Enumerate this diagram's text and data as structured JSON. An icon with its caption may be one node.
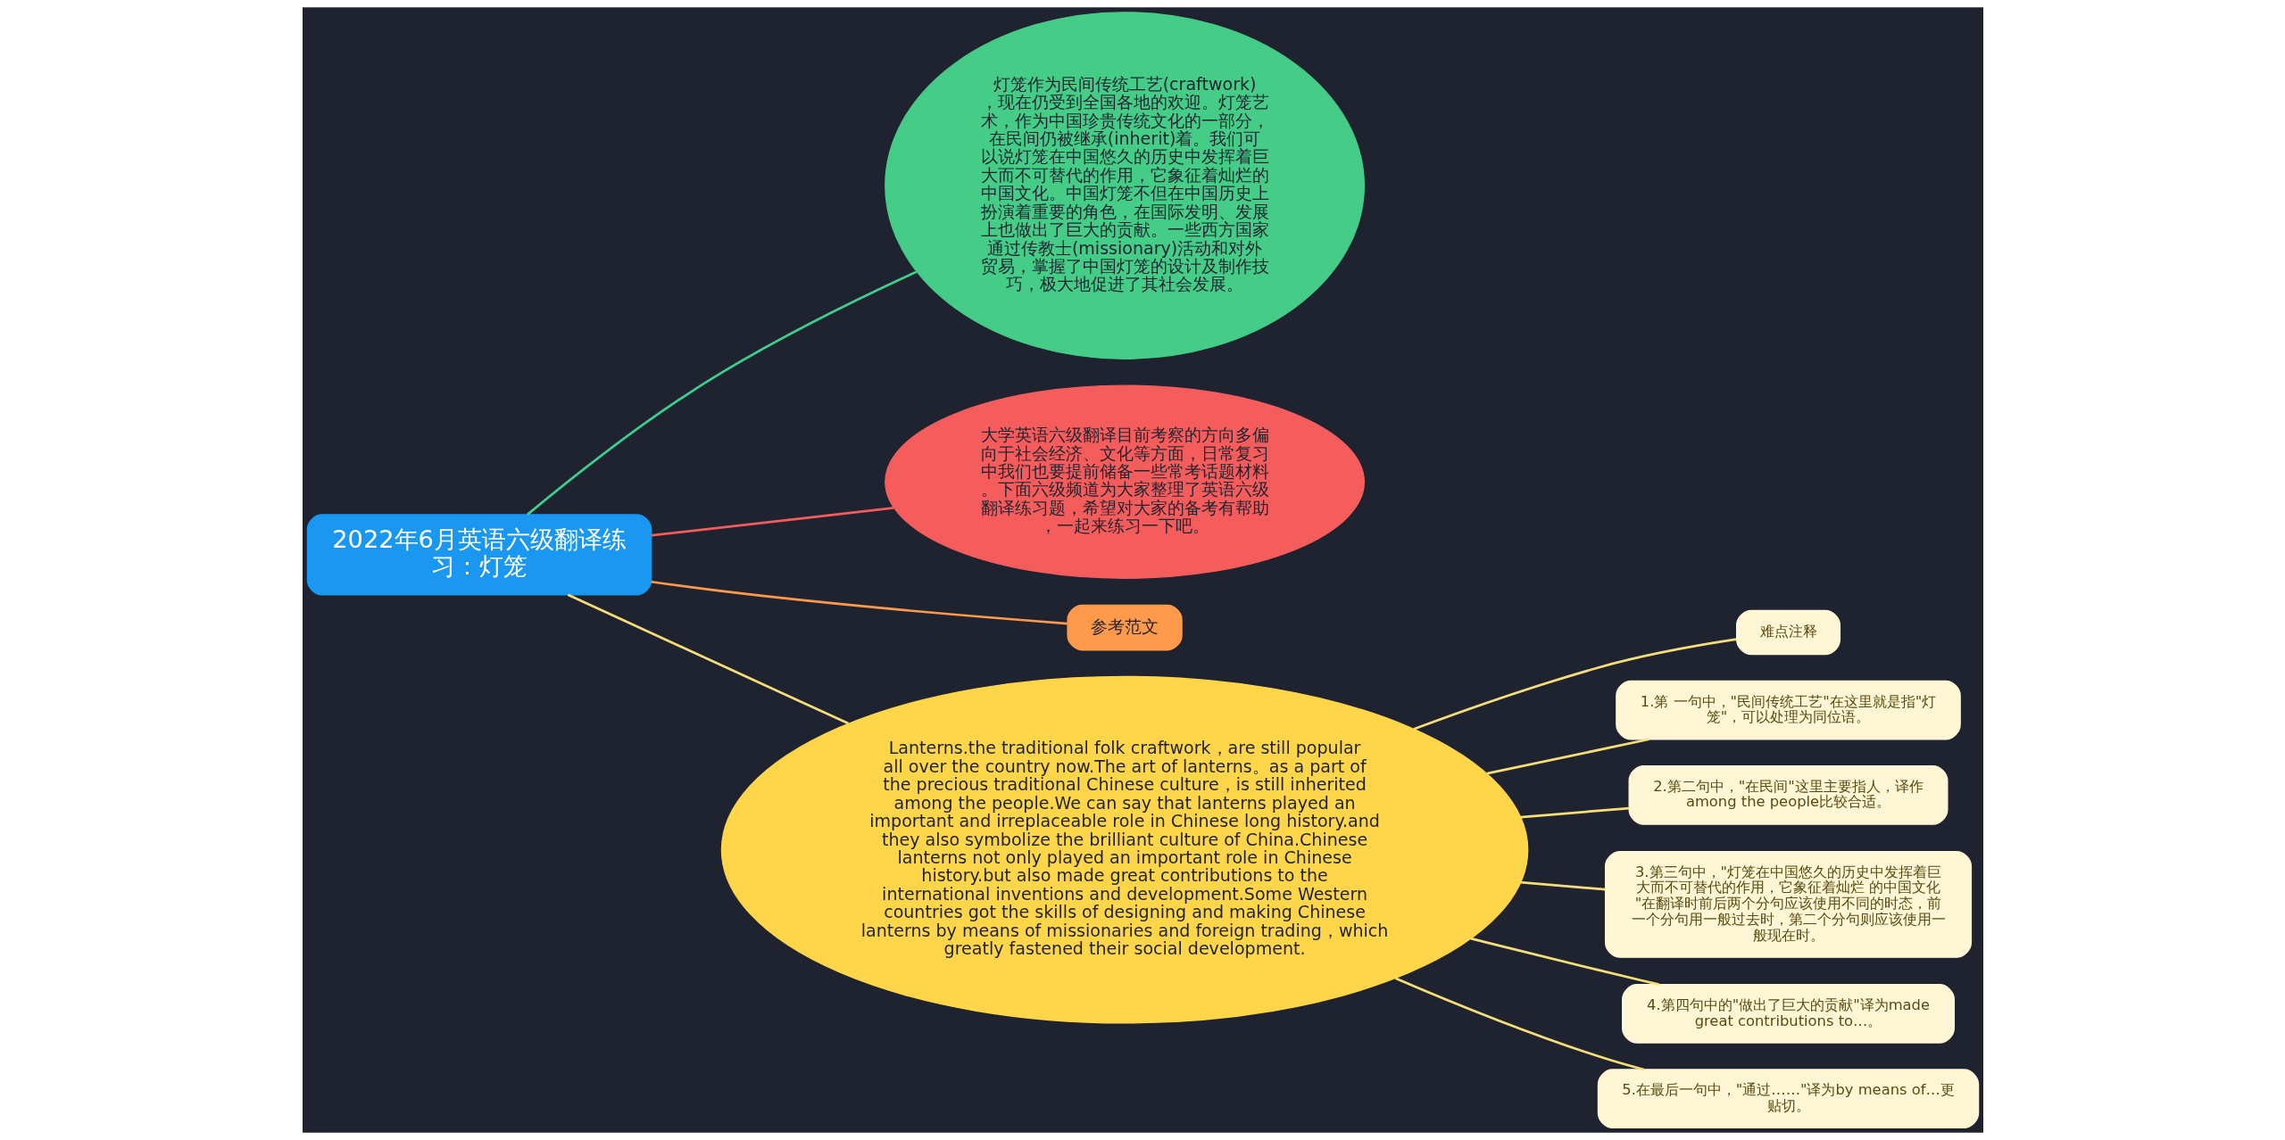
{
  "diagram": {
    "nodes": [
      {
        "text": [
          "2022年6月英语六级翻译练习：灯笼"
        ]
      },
      {
        "text": [
          "灯笼作为民间传统工艺(craftwork)，现在仍受到全国各地的欢迎。灯笼艺术，作为中国珍贵传统文化的一部分，在民间仍被继承(inherit)着。我们可以说灯笼在中国悠久的历史中发挥着巨大而不可替代的作用，它象征着灿烂的中国文化。中国灯笼不但在中国历史上扮演着重要的角色，在国际发明、发展上也做出了巨大的贡献。一些西方国家通过传教士(missionary)活动和对外贸易，掌握了中国灯笼的设计及制作技巧，极大地促进了其社会发展。"
        ]
      },
      {
        "text": [
          "大学英语六级翻译目前考察的方向多偏向于社会经济、文化等方面，日常复习中我们也要提前储备一些常考话题材料。下面六级频道为大家整理了英语六级翻译练习题，希望对大家的备考有帮助，一起来练习一下吧。"
        ]
      },
      {
        "text": [
          "参考范文"
        ]
      },
      {
        "text": [
          "Lanterns.the traditional folk craftwork，are still popular all over the country now.The art of lanterns。as a part of the precious traditional Chinese culture，is still inherited among the people.We can say that lanterns played an important and irreplaceable role in Chinese long history.and they also symbolize the brilliant culture of China.Chinese lanterns not only played an important role in Chinese history.but also made great contributions to the international inventions and development.Some Western countries got the skills of designing and making Chinese lanterns by means of missionaries and foreign trading，which greatly fastened their social development."
        ]
      },
      {
        "text": [
          "难点注释"
        ]
      },
      {
        "text": [
          "1.第 一句中，\"民间传统工艺\"在这里就是指\"灯笼\"，可以处理为同位语。"
        ]
      },
      {
        "text": [
          "2.第二句中，\"在民间\"这里主要指人，译作among the people比较合适。"
        ]
      },
      {
        "text": [
          "3.第三句中，\"灯笼在中国悠久的历史中发挥着巨大而不可替代的作用，它象征着灿烂 的中国文化\"在翻译时前后两个分句应该使用不同的时态，前一个分句用一般过去时，第二个分句则应该使用一般现在时。"
        ]
      },
      {
        "text": [
          "4.第四句中的\"做出了巨大的贡献\"译为made great contributions to…。"
        ]
      },
      {
        "text": [
          "5.在最后一句中，\"通过……\"译为by means of…更贴切。"
        ]
      }
    ],
    "edges": [
      {
        "from": 0,
        "to": 1,
        "arrow": "none",
        "color": "#3ecf8e"
      },
      {
        "from": 0,
        "to": 2,
        "arrow": "none",
        "color": "#f25c5c"
      },
      {
        "from": 0,
        "to": 3,
        "arrow": "none",
        "color": "#ff9a4d"
      },
      {
        "from": 0,
        "to": 4,
        "arrow": "none"
      },
      {
        "from": 4,
        "to": 5,
        "arrow": "none"
      },
      {
        "from": 4,
        "to": 6,
        "arrow": "none"
      },
      {
        "from": 4,
        "to": 7,
        "arrow": "none"
      },
      {
        "from": 4,
        "to": 8,
        "arrow": "none"
      },
      {
        "from": 4,
        "to": 9,
        "arrow": "none"
      },
      {
        "from": 4,
        "to": 10,
        "arrow": "none"
      }
    ]
  }
}
